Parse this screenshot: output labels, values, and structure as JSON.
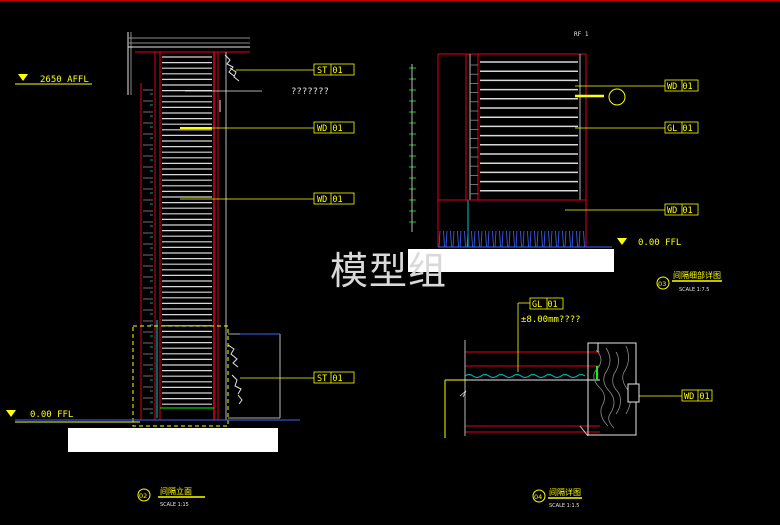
{
  "levels": {
    "affl_2650": "2650 AFFL",
    "ffl_left": "0.00 FFL",
    "ffl_right": "0.00 FFL"
  },
  "tags": {
    "st01_top": "ST 01",
    "question_note": "???????",
    "wd01_mid1": "WD 01",
    "wd01_mid2": "WD 01",
    "st01_bottom": "ST 01",
    "wd01_r1": "WD 01",
    "gl01_r": "GL 01",
    "wd01_r2": "WD 01",
    "gl01_detail": "GL 01",
    "tolerance_note": "±8.00mm????",
    "wd01_detail": "WD 01"
  },
  "top_label": "RF 1",
  "titles": {
    "elevation": {
      "number": "02",
      "name": "间隔立面",
      "scale": "SCALE 1:15"
    },
    "partial": {
      "number": "03",
      "name": "间隔细部详图",
      "scale": "SCALE 1:7.5"
    },
    "detail": {
      "number": "04",
      "name": "间隔详图",
      "scale": "SCALE 1:1.5"
    }
  },
  "watermark": "模型组",
  "colors": {
    "background": "#000000",
    "red": "#e0001c",
    "yellow": "#ffff00",
    "white": "#e6e6e6",
    "cyan": "#00c8c8",
    "grey": "#8c8c8c",
    "green": "#00ff00",
    "blue": "#3c64ff"
  }
}
